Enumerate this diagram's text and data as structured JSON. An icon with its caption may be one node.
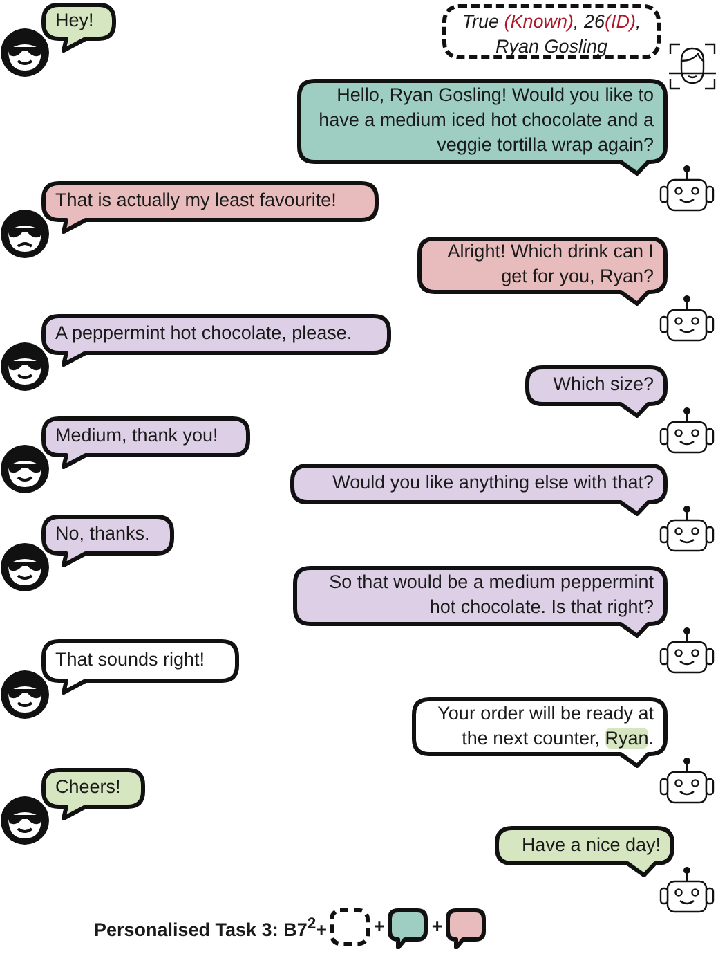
{
  "diagram": {
    "nodes": [
      {
        "text": [
          "Hey!"
        ]
      },
      {
        "text": [
          "True **(Known)**, 26**(ID)**, Ryan Gosling"
        ]
      },
      {
        "text": [
          "Hello, Ryan Gosling! Would you like to have a medium iced hot chocolate and a veggie tortilla wrap again?"
        ]
      },
      {
        "text": [
          "That is actually my least favourite!"
        ]
      },
      {
        "text": [
          "Alright! Which drink can I get for you, Ryan?"
        ]
      },
      {
        "text": [
          "A peppermint hot chocolate, please."
        ]
      },
      {
        "text": [
          "Which size?"
        ]
      },
      {
        "text": [
          "Medium, thank you!"
        ]
      },
      {
        "text": [
          "Would you like anything else with that?"
        ]
      },
      {
        "text": [
          "No, thanks."
        ]
      },
      {
        "text": [
          "So that would be a medium peppermint hot chocolate. Is that right?"
        ]
      },
      {
        "text": [
          "That sounds right!"
        ]
      },
      {
        "text": [
          "Your order will be ready at the next counter, **Ryan**."
        ]
      },
      {
        "text": [
          "Cheers!"
        ]
      },
      {
        "text": [
          "Have a nice day!"
        ]
      }
    ],
    "labels": [
      "Personalised Task 3: B7$^{2}$+",
      "+",
      "+"
    ]
  }
}
